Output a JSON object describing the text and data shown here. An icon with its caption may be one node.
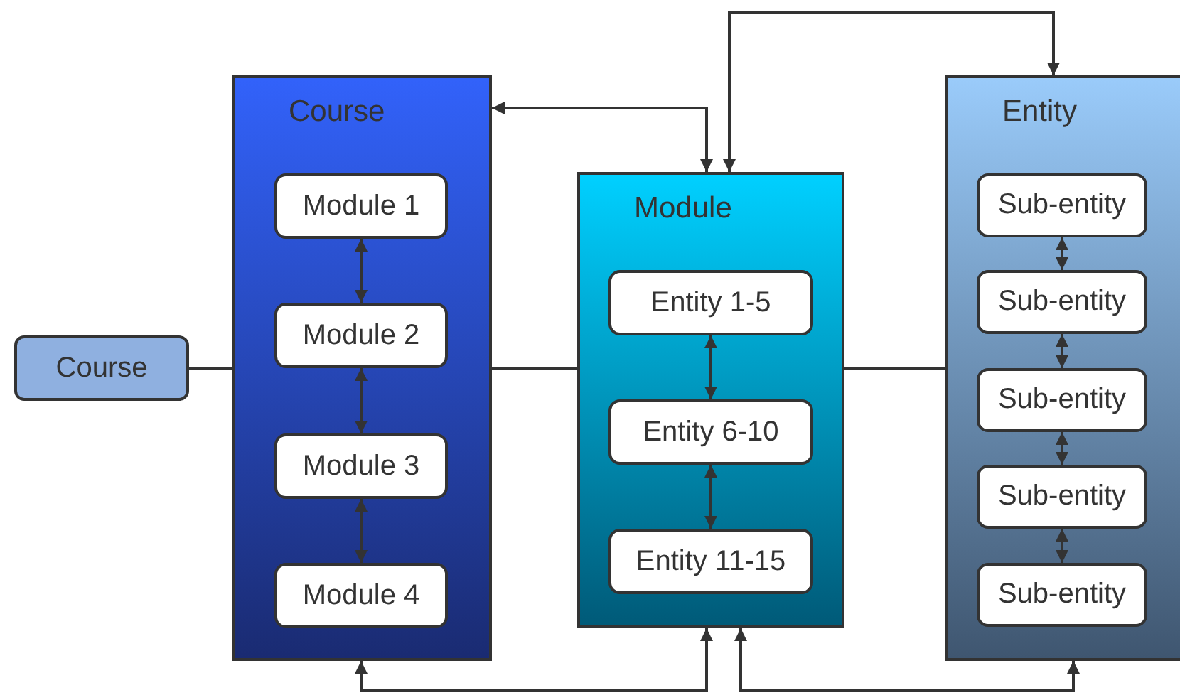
{
  "diagram": {
    "nodes": [
      {
        "text": [
          "Course"
        ]
      },
      {
        "text": [
          "Course"
        ]
      },
      {
        "text": [
          "Module 1"
        ],
        "in": 1
      },
      {
        "text": [
          "Module 2"
        ],
        "in": 1
      },
      {
        "text": [
          "Module 3"
        ],
        "in": 1
      },
      {
        "text": [
          "Module 4"
        ],
        "in": 1
      },
      {
        "text": [
          "Module"
        ]
      },
      {
        "text": [
          "Entity 1-5"
        ],
        "in": 6
      },
      {
        "text": [
          "Entity 6-10"
        ],
        "in": 6
      },
      {
        "text": [
          "Entity 11-15"
        ],
        "in": 6
      },
      {
        "text": [
          "Entity"
        ]
      },
      {
        "text": [
          "Sub-entity"
        ],
        "in": 10
      },
      {
        "text": [
          "Sub-entity"
        ],
        "in": 10
      },
      {
        "text": [
          "Sub-entity"
        ],
        "in": 10
      },
      {
        "text": [
          "Sub-entity"
        ],
        "in": 10
      },
      {
        "text": [
          "Sub-entity"
        ],
        "in": 10
      }
    ],
    "edges": [
      {
        "from": 0,
        "to": 1,
        "arrow": "none"
      },
      {
        "from": 1,
        "to": 6,
        "arrow": "none"
      },
      {
        "from": 6,
        "to": 10,
        "arrow": "none"
      },
      {
        "from": 2,
        "to": 3,
        "arrow": "both"
      },
      {
        "from": 3,
        "to": 4,
        "arrow": "both"
      },
      {
        "from": 4,
        "to": 5,
        "arrow": "both"
      },
      {
        "from": 7,
        "to": 8,
        "arrow": "both"
      },
      {
        "from": 8,
        "to": 9,
        "arrow": "both"
      },
      {
        "from": 11,
        "to": 12,
        "arrow": "both"
      },
      {
        "from": 12,
        "to": 13,
        "arrow": "both"
      },
      {
        "from": 13,
        "to": 14,
        "arrow": "both"
      },
      {
        "from": 14,
        "to": 15,
        "arrow": "both"
      },
      {
        "from": 6,
        "to": 1,
        "arrow": "both"
      },
      {
        "from": 6,
        "to": 10,
        "arrow": "both"
      },
      {
        "from": 1,
        "to": 6,
        "arrow": "both"
      },
      {
        "from": 6,
        "to": 10,
        "arrow": "both"
      }
    ]
  }
}
